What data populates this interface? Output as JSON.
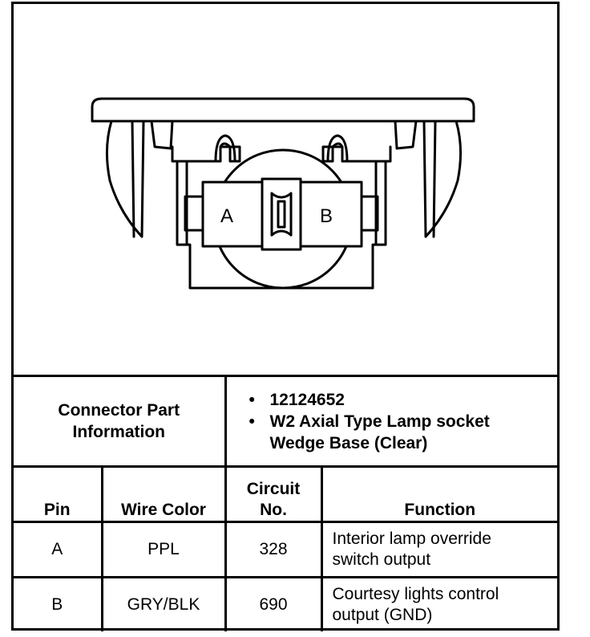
{
  "diagram": {
    "pin_labels": [
      "A",
      "B"
    ]
  },
  "connector_info": {
    "title_line1": "Connector Part",
    "title_line2": "Information",
    "items": [
      {
        "line1": "12124652",
        "line2": ""
      },
      {
        "line1": "W2 Axial Type Lamp socket",
        "line2": "Wedge Base (Clear)"
      }
    ]
  },
  "table": {
    "headers": {
      "pin": "Pin",
      "wire_color": "Wire Color",
      "circuit_line1": "Circuit",
      "circuit_line2": "No.",
      "function": "Function"
    },
    "rows": [
      {
        "pin": "A",
        "wire_color": "PPL",
        "circuit": "328",
        "function_line1": "Interior lamp override",
        "function_line2": "switch output"
      },
      {
        "pin": "B",
        "wire_color": "GRY/BLK",
        "circuit": "690",
        "function_line1": "Courtesy lights control",
        "function_line2": "output (GND)"
      }
    ]
  }
}
